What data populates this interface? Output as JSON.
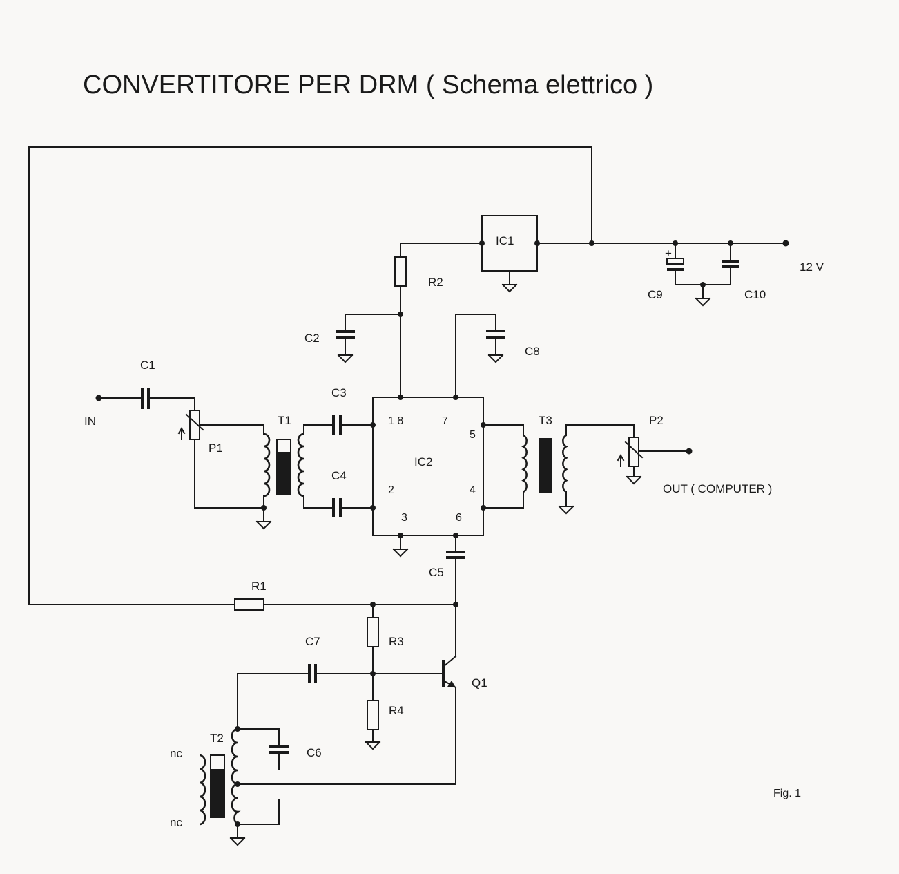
{
  "title": "CONVERTITORE PER DRM ( Schema elettrico )",
  "figure_label": "Fig. 1",
  "labels": {
    "ic1": "IC1",
    "ic2": "IC2",
    "r1": "R1",
    "r2": "R2",
    "r3": "R3",
    "r4": "R4",
    "c1": "C1",
    "c2": "C2",
    "c3": "C3",
    "c4": "C4",
    "c5": "C5",
    "c6": "C6",
    "c7": "C7",
    "c8": "C8",
    "c9": "C9",
    "c10": "C10",
    "t1": "T1",
    "t2": "T2",
    "t3": "T3",
    "p1": "P1",
    "p2": "P2",
    "q1": "Q1",
    "input": "IN",
    "output": "OUT ( COMPUTER )",
    "supply": "12 V",
    "nc_top": "nc",
    "nc_bottom": "nc",
    "c9_plus": "+"
  },
  "ic2_pins": {
    "p18": "1 8",
    "p7": "7",
    "p5": "5",
    "p2": "2",
    "p4": "4",
    "p3": "3",
    "p6": "6"
  }
}
